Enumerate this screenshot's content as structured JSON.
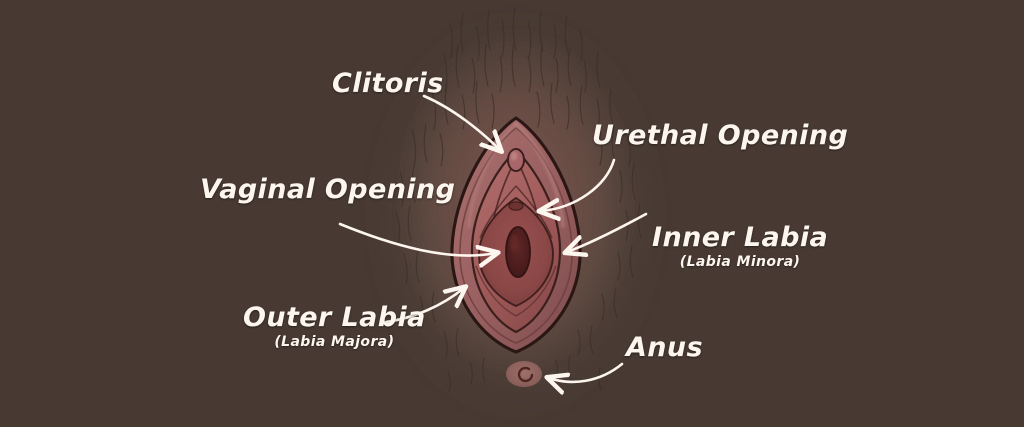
{
  "diagram": {
    "title": "Vulva Anatomy Diagram",
    "background_color": "#483a33",
    "label_color": "#fdf6ef",
    "skin_color": "#5b4940",
    "outer_labia_color": "#9c6566",
    "inner_labia_color": "#a85f5e",
    "vestibule_color": "#8f4b4b",
    "opening_color": "#5a2322",
    "anus_color": "#9a6a68"
  },
  "labels": {
    "clitoris": {
      "main": "Clitoris"
    },
    "urethal": {
      "main": "Urethal Opening"
    },
    "vaginal": {
      "main": "Vaginal Opening"
    },
    "inner": {
      "main": "Inner Labia",
      "sub": "(Labia Minora)"
    },
    "outer": {
      "main": "Outer Labia",
      "sub": "(Labia Majora)"
    },
    "anus": {
      "main": "Anus"
    }
  },
  "parts": [
    {
      "name": "clitoris",
      "description": "small rounded nub at top of vulva"
    },
    {
      "name": "urethal-opening",
      "description": "small opening below clitoris"
    },
    {
      "name": "vaginal-opening",
      "description": "dark vertical oval at center"
    },
    {
      "name": "inner-labia",
      "description": "inner folds, labia minora"
    },
    {
      "name": "outer-labia",
      "description": "outer folds, labia majora"
    },
    {
      "name": "anus",
      "description": "small oval opening below vulva"
    }
  ]
}
